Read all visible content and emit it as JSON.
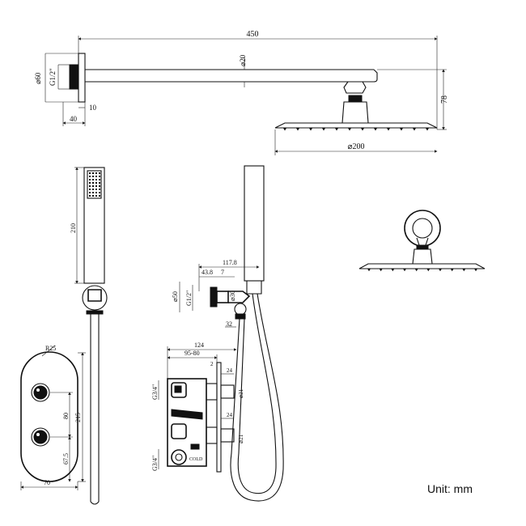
{
  "unit_label": "Unit: mm",
  "dims": {
    "arm_length": "450",
    "flange_dia": "⌀60",
    "thread_g12": "G1/2\"",
    "pipe_dia": "⌀20",
    "d10": "10",
    "d40": "40",
    "height78": "78",
    "head_dia": "⌀200",
    "handset_len": "210",
    "d117_8": "117.8",
    "d43_8": "43.8",
    "d7": "7",
    "elbow_dia": "⌀50",
    "elbow_thread": "G1/2\"",
    "d30": "⌀30",
    "d32": "32",
    "d124": "124",
    "d95_80": "95-80",
    "d2": "2",
    "d24a": "24",
    "d24b": "24",
    "d21a": "⌀21",
    "d21b": "⌀21",
    "g34a": "G3/4\"",
    "g34b": "G3/4\"",
    "r25": "R25",
    "d80": "80",
    "d215": "215",
    "d67_5": "67.5",
    "d70": "70",
    "cold": "COLD"
  }
}
